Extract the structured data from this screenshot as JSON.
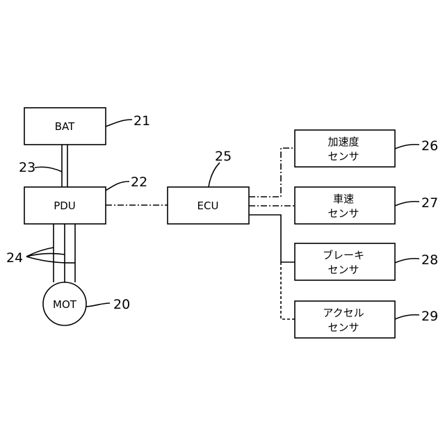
{
  "blocks": {
    "bat": {
      "label": "BAT",
      "ref": "21"
    },
    "pdu": {
      "label": "PDU",
      "ref": "22"
    },
    "ecu": {
      "label": "ECU",
      "ref": "25"
    },
    "mot": {
      "label": "MOT",
      "ref": "20"
    },
    "acceleration_sensor": {
      "line1": "加速度",
      "line2": "センサ",
      "ref": "26"
    },
    "vehicle_speed_sensor": {
      "line1": "車速",
      "line2": "センサ",
      "ref": "27"
    },
    "brake_sensor": {
      "line1": "ブレーキ",
      "line2": "センサ",
      "ref": "28"
    },
    "accelerator_sensor": {
      "line1": "アクセル",
      "line2": "センサ",
      "ref": "29"
    }
  },
  "wiring": {
    "bat_pdu_lines_ref": "23",
    "pdu_mot_lines_ref": "24"
  },
  "colors": {
    "stroke": "#000000",
    "background": "#ffffff"
  }
}
